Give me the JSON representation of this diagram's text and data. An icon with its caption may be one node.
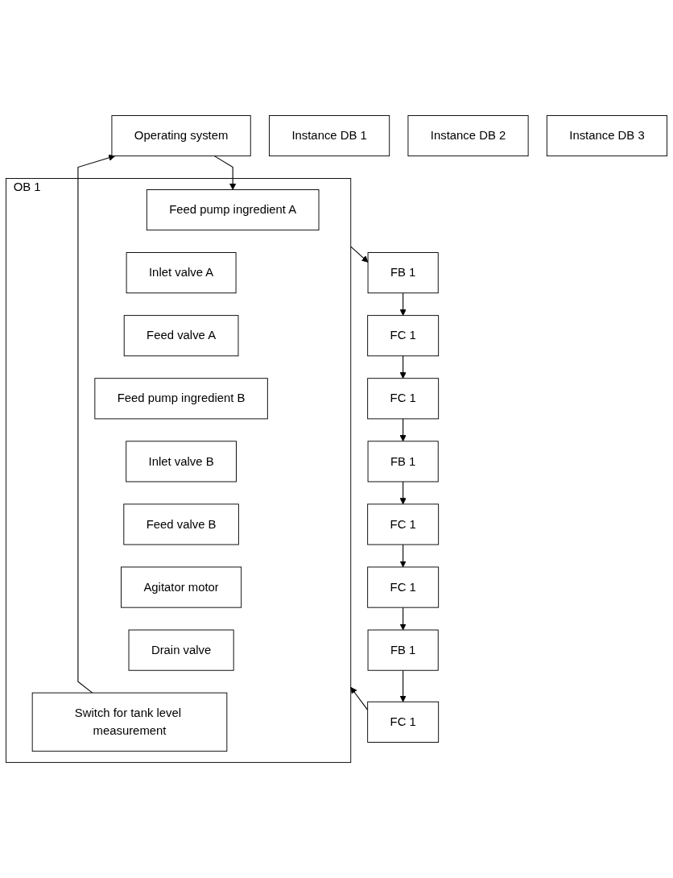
{
  "diagram": {
    "nodes": [
      {
        "text": [
          "Operating system"
        ]
      },
      {
        "text": [
          "OB 1"
        ]
      },
      {
        "text": [
          "Feed pump ingredient A"
        ],
        "in": 1
      },
      {
        "text": [
          "Inlet valve A"
        ],
        "in": 1
      },
      {
        "text": [
          "Feed valve A"
        ],
        "in": 1
      },
      {
        "text": [
          "Feed pump ingredient B"
        ],
        "in": 1
      },
      {
        "text": [
          "Inlet valve B"
        ],
        "in": 1
      },
      {
        "text": [
          "Feed valve B"
        ],
        "in": 1
      },
      {
        "text": [
          "Agitator motor"
        ],
        "in": 1
      },
      {
        "text": [
          "Drain valve"
        ],
        "in": 1
      },
      {
        "text": [
          "Switch for tank level measurement"
        ],
        "in": 1
      },
      {
        "text": [
          "FB 1"
        ]
      },
      {
        "text": [
          "Instance DB 1"
        ]
      },
      {
        "text": [
          "FC 1"
        ]
      },
      {
        "text": [
          "FC 1"
        ]
      },
      {
        "text": [
          "FB 1"
        ]
      },
      {
        "text": [
          "Instance DB 2"
        ]
      },
      {
        "text": [
          "FC 1"
        ]
      },
      {
        "text": [
          "FC 1"
        ]
      },
      {
        "text": [
          "FB 1"
        ]
      },
      {
        "text": [
          "Instance DB 3"
        ]
      },
      {
        "text": [
          "FC 1"
        ]
      }
    ],
    "edges": [
      {
        "from": 0,
        "to": 2,
        "arrow": "to"
      },
      {
        "from": 1,
        "to": 11,
        "arrow": "to"
      },
      {
        "from": 11,
        "to": 13,
        "arrow": "to"
      },
      {
        "from": 13,
        "to": 14,
        "arrow": "to"
      },
      {
        "from": 14,
        "to": 15,
        "arrow": "to"
      },
      {
        "from": 15,
        "to": 17,
        "arrow": "to"
      },
      {
        "from": 17,
        "to": 18,
        "arrow": "to"
      },
      {
        "from": 18,
        "to": 19,
        "arrow": "to"
      },
      {
        "from": 19,
        "to": 21,
        "arrow": "to"
      },
      {
        "from": 21,
        "to": 1,
        "arrow": "to"
      },
      {
        "from": 10,
        "to": 0,
        "arrow": "to"
      }
    ]
  }
}
